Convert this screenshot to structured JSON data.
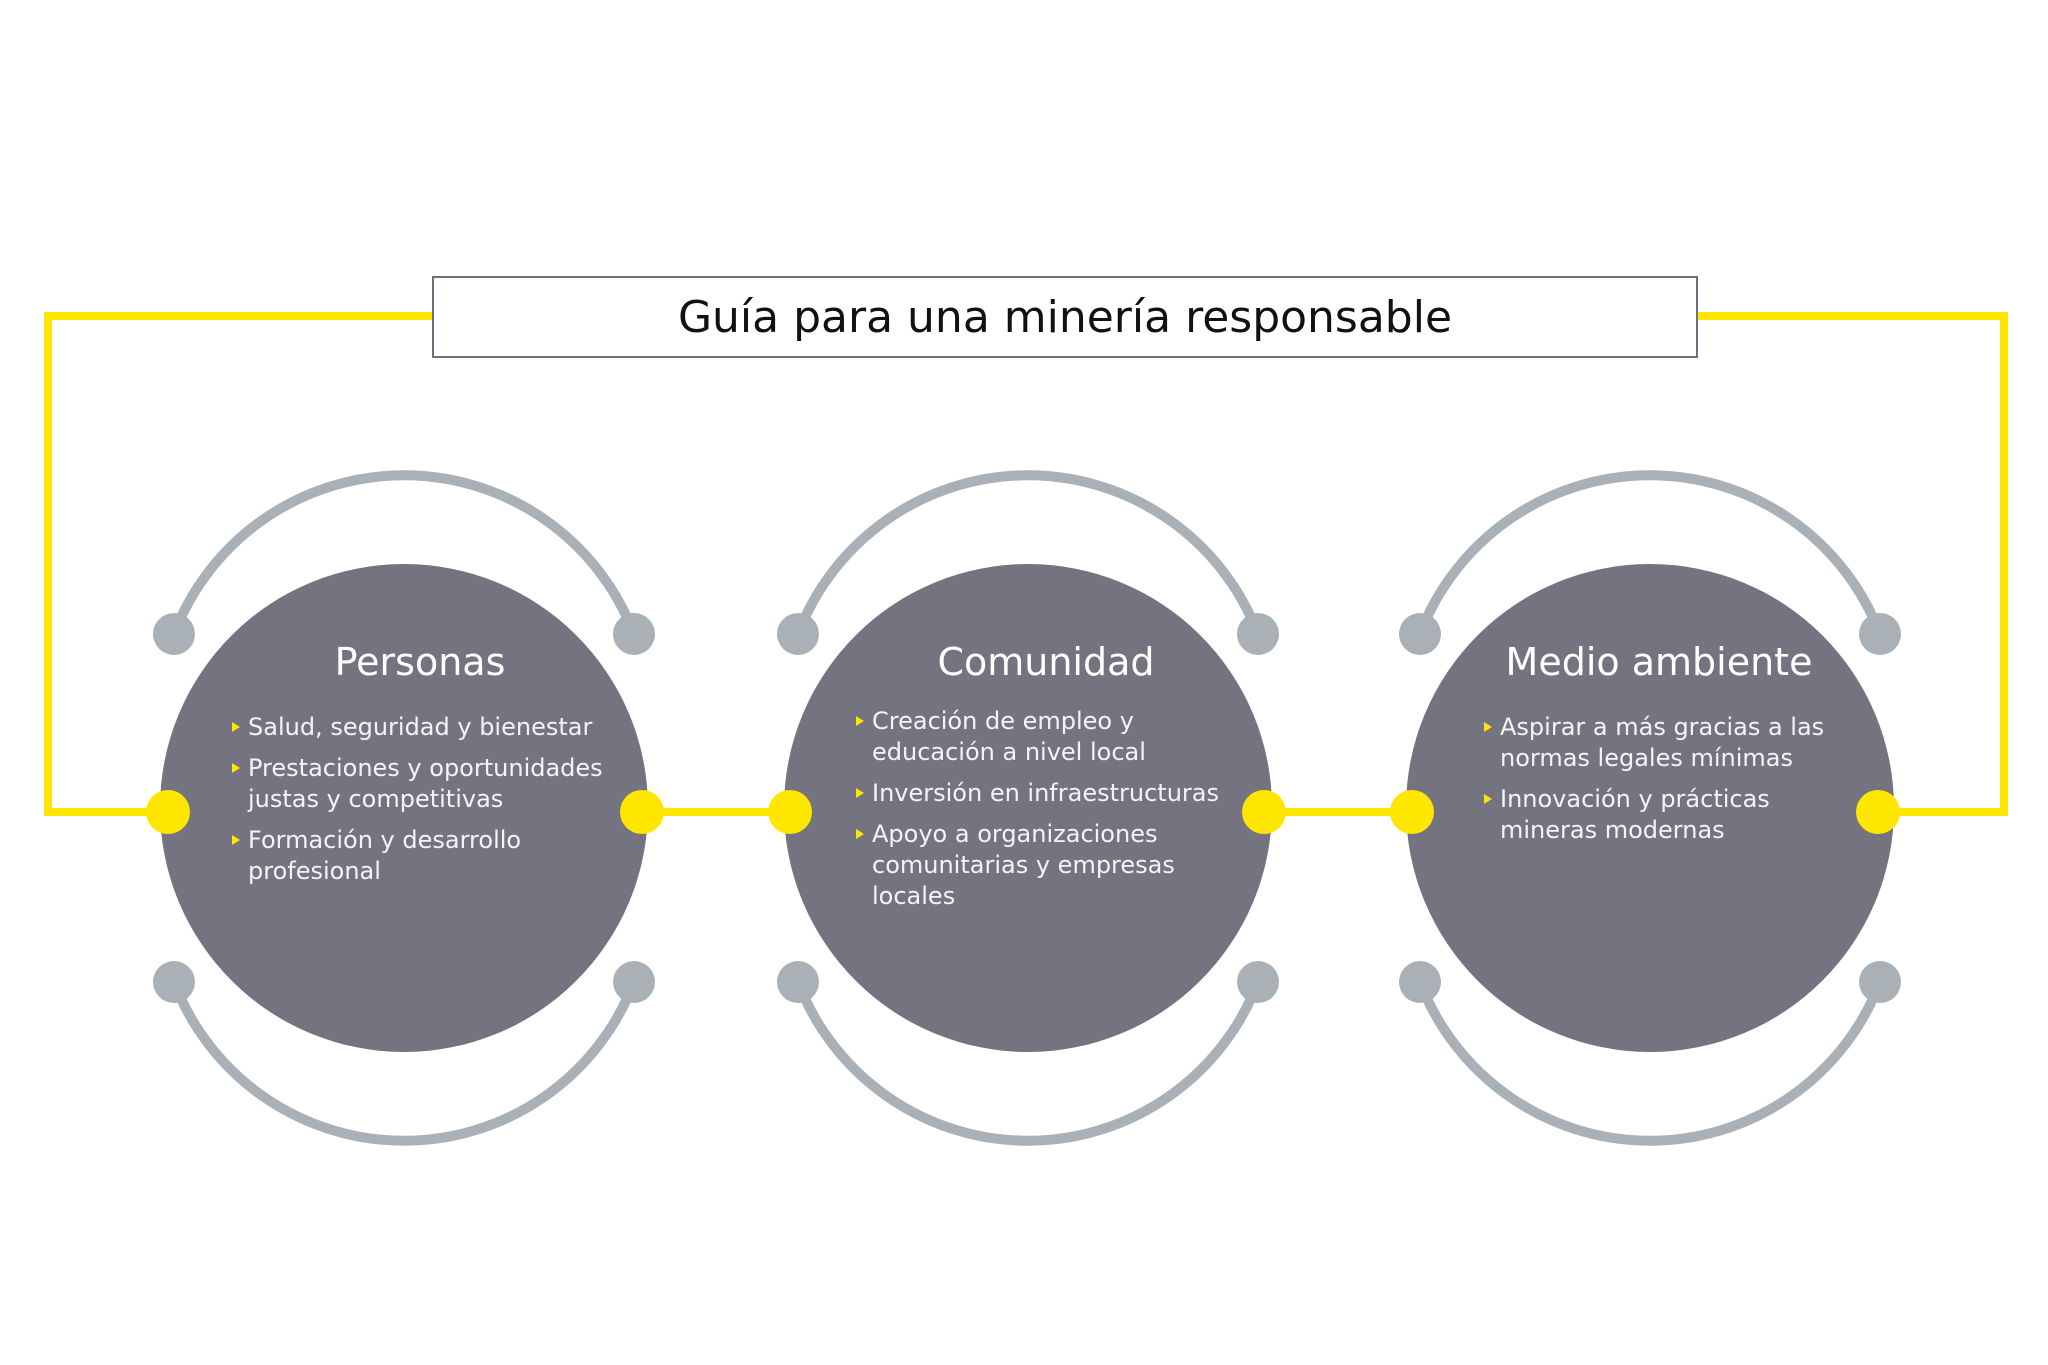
{
  "title": "Guía para una minería responsable",
  "colors": {
    "accent": "#ffe600",
    "circle": "#747480",
    "arc": "#a9b0b6",
    "text": "#ffffff"
  },
  "pillars": [
    {
      "title": "Personas",
      "items": [
        "Salud, seguridad y bienestar",
        "Prestaciones y oportunidades justas y competitivas",
        "Formación y desarrollo profesional"
      ]
    },
    {
      "title": "Comunidad",
      "items": [
        "Creación de empleo y educación a nivel local",
        "Inversión en infraestructuras",
        "Apoyo a organizaciones comunitarias y empresas locales"
      ]
    },
    {
      "title": "Medio ambiente",
      "items": [
        "Aspirar a más gracias a las normas legales mínimas",
        "Innovación y prácticas mineras modernas"
      ]
    }
  ]
}
